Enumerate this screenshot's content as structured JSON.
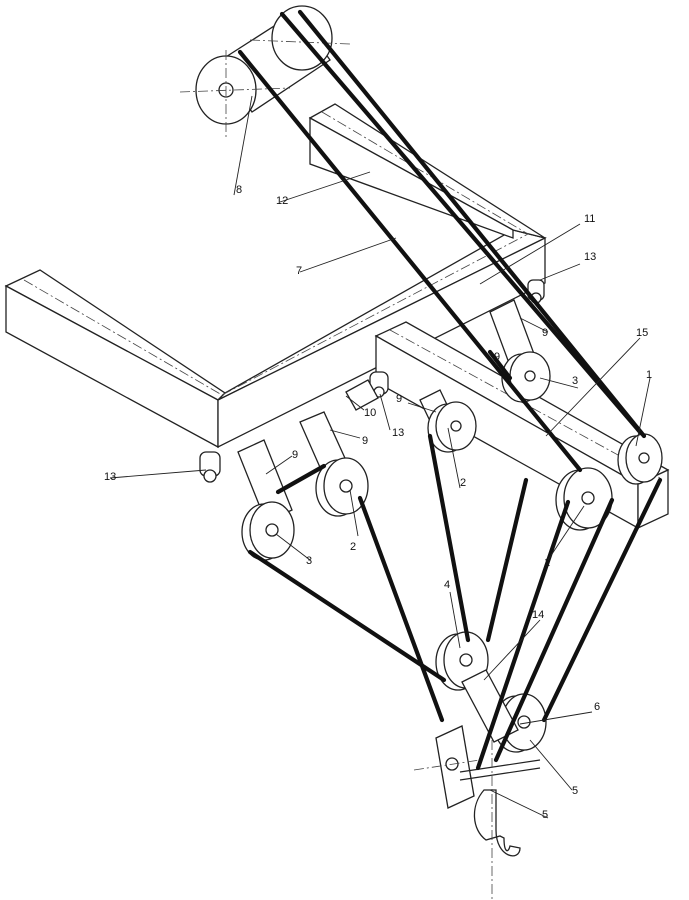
{
  "labels": {
    "l1a": "1",
    "l1b": "1",
    "l2a": "2",
    "l2b": "2",
    "l3a": "3",
    "l3b": "3",
    "l4": "4",
    "l5a": "5",
    "l5b": "5",
    "l6": "6",
    "l7": "7",
    "l8": "8",
    "l9a": "9",
    "l9b": "9",
    "l9c": "9",
    "l9d": "9",
    "l9e": "9",
    "l10": "10",
    "l11": "11",
    "l12": "12",
    "l13a": "13",
    "l13b": "13",
    "l13c": "13",
    "l14": "14",
    "l15": "15"
  },
  "colors": {
    "line": "#222222",
    "rope": "#111111",
    "background": "#ffffff"
  }
}
